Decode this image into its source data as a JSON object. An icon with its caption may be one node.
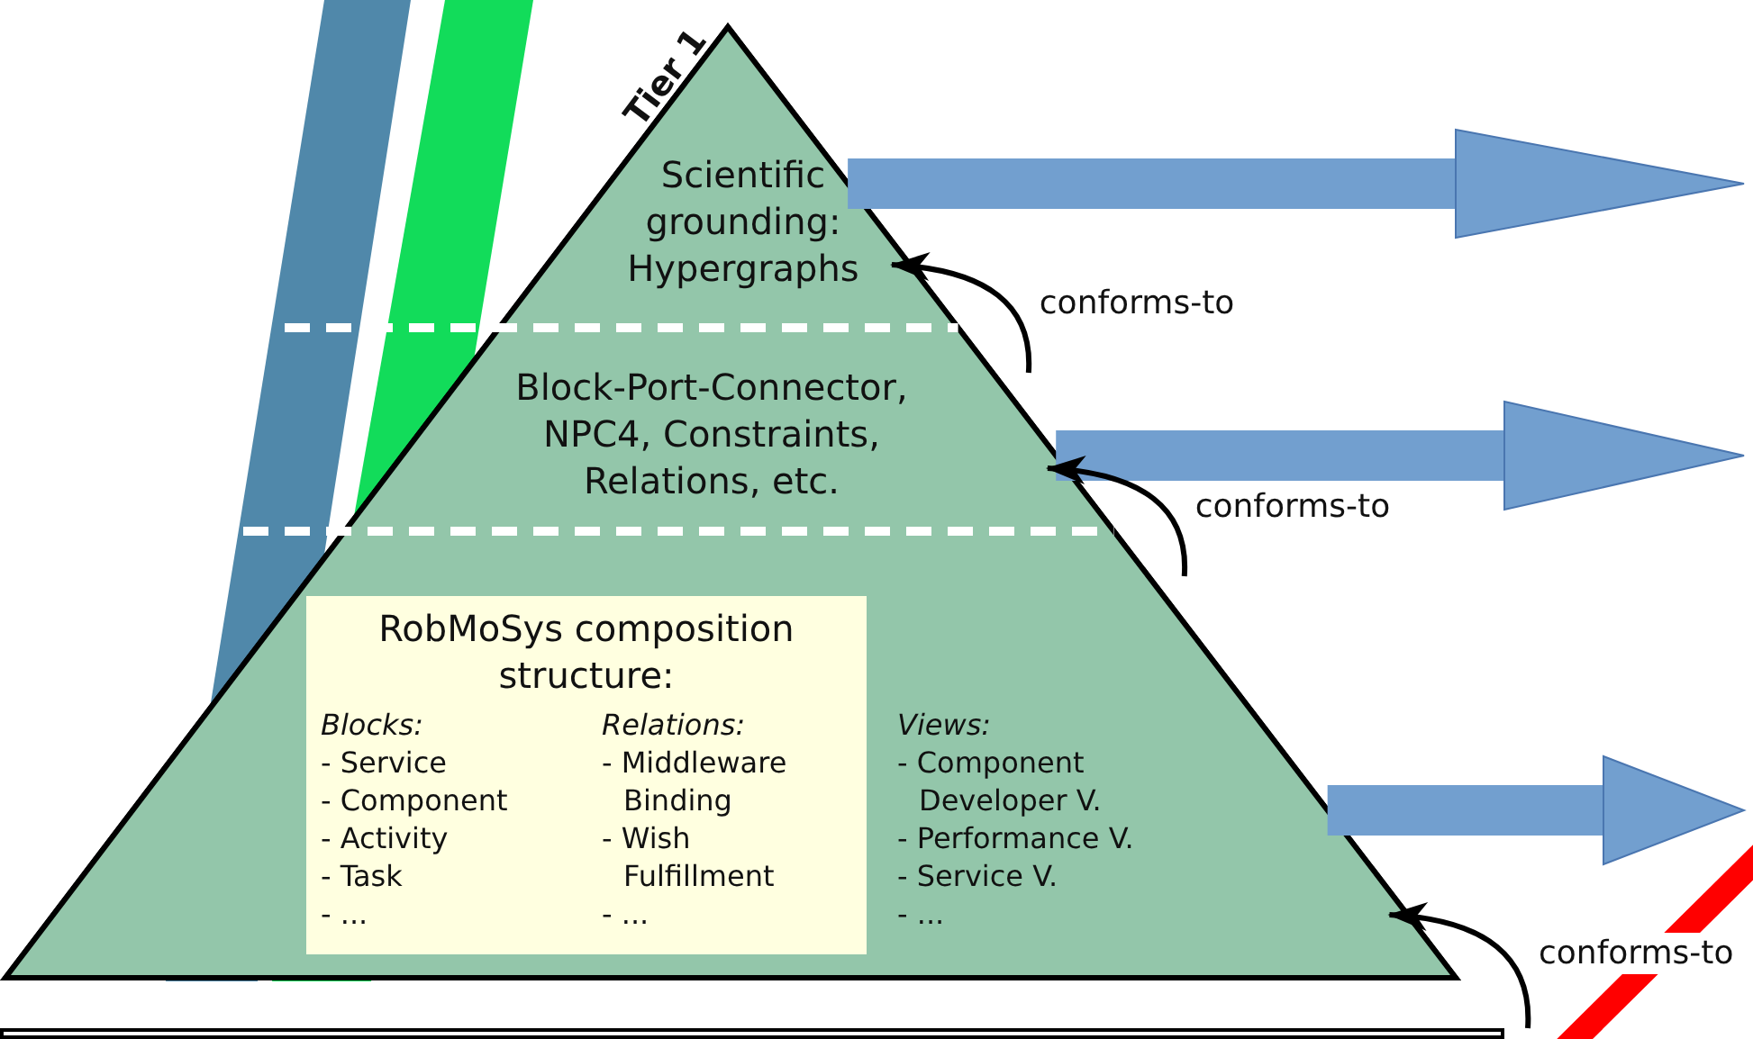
{
  "diagram": {
    "nodes": [
      {
        "text": [
          "Tier 1"
        ]
      },
      {
        "text": [
          "Scientific grounding: Hypergraphs"
        ],
        "in": 0
      },
      {
        "text": [
          "Block-Port-Connector, NPC4, Constraints, Relations, etc."
        ],
        "in": 0
      },
      {
        "text": [
          "Views:",
          "- Component Developer V.",
          "- Performance V.",
          "- Service V.",
          "- ..."
        ],
        "in": 0
      },
      {
        "text": [
          "RobMoSys composition structure:",
          "Blocks:",
          "- Service",
          "- Component",
          "- Activity",
          "- Task",
          "- ...",
          "Relations:",
          "- Middleware Binding",
          "- Wish Fulfillment",
          "- ..."
        ],
        "in": 3
      },
      {
        "text": [],
        "shape": "box"
      }
    ],
    "edges": [
      {
        "from": 1,
        "to": null,
        "arrow": "to",
        "style": "thick",
        "color": "#729fcf"
      },
      {
        "from": 2,
        "to": null,
        "arrow": "to",
        "style": "thick",
        "color": "#729fcf"
      },
      {
        "from": 3,
        "to": null,
        "arrow": "to",
        "style": "thick",
        "color": "#729fcf"
      },
      {
        "from": 2,
        "to": 1,
        "arrow": "to",
        "label": "conforms-to",
        "color": "#000000"
      },
      {
        "from": 3,
        "to": 2,
        "arrow": "to",
        "label": "conforms-to",
        "color": "#000000"
      },
      {
        "from": 5,
        "to": 3,
        "arrow": "to",
        "label": "conforms-to",
        "color": "#000000"
      }
    ]
  }
}
